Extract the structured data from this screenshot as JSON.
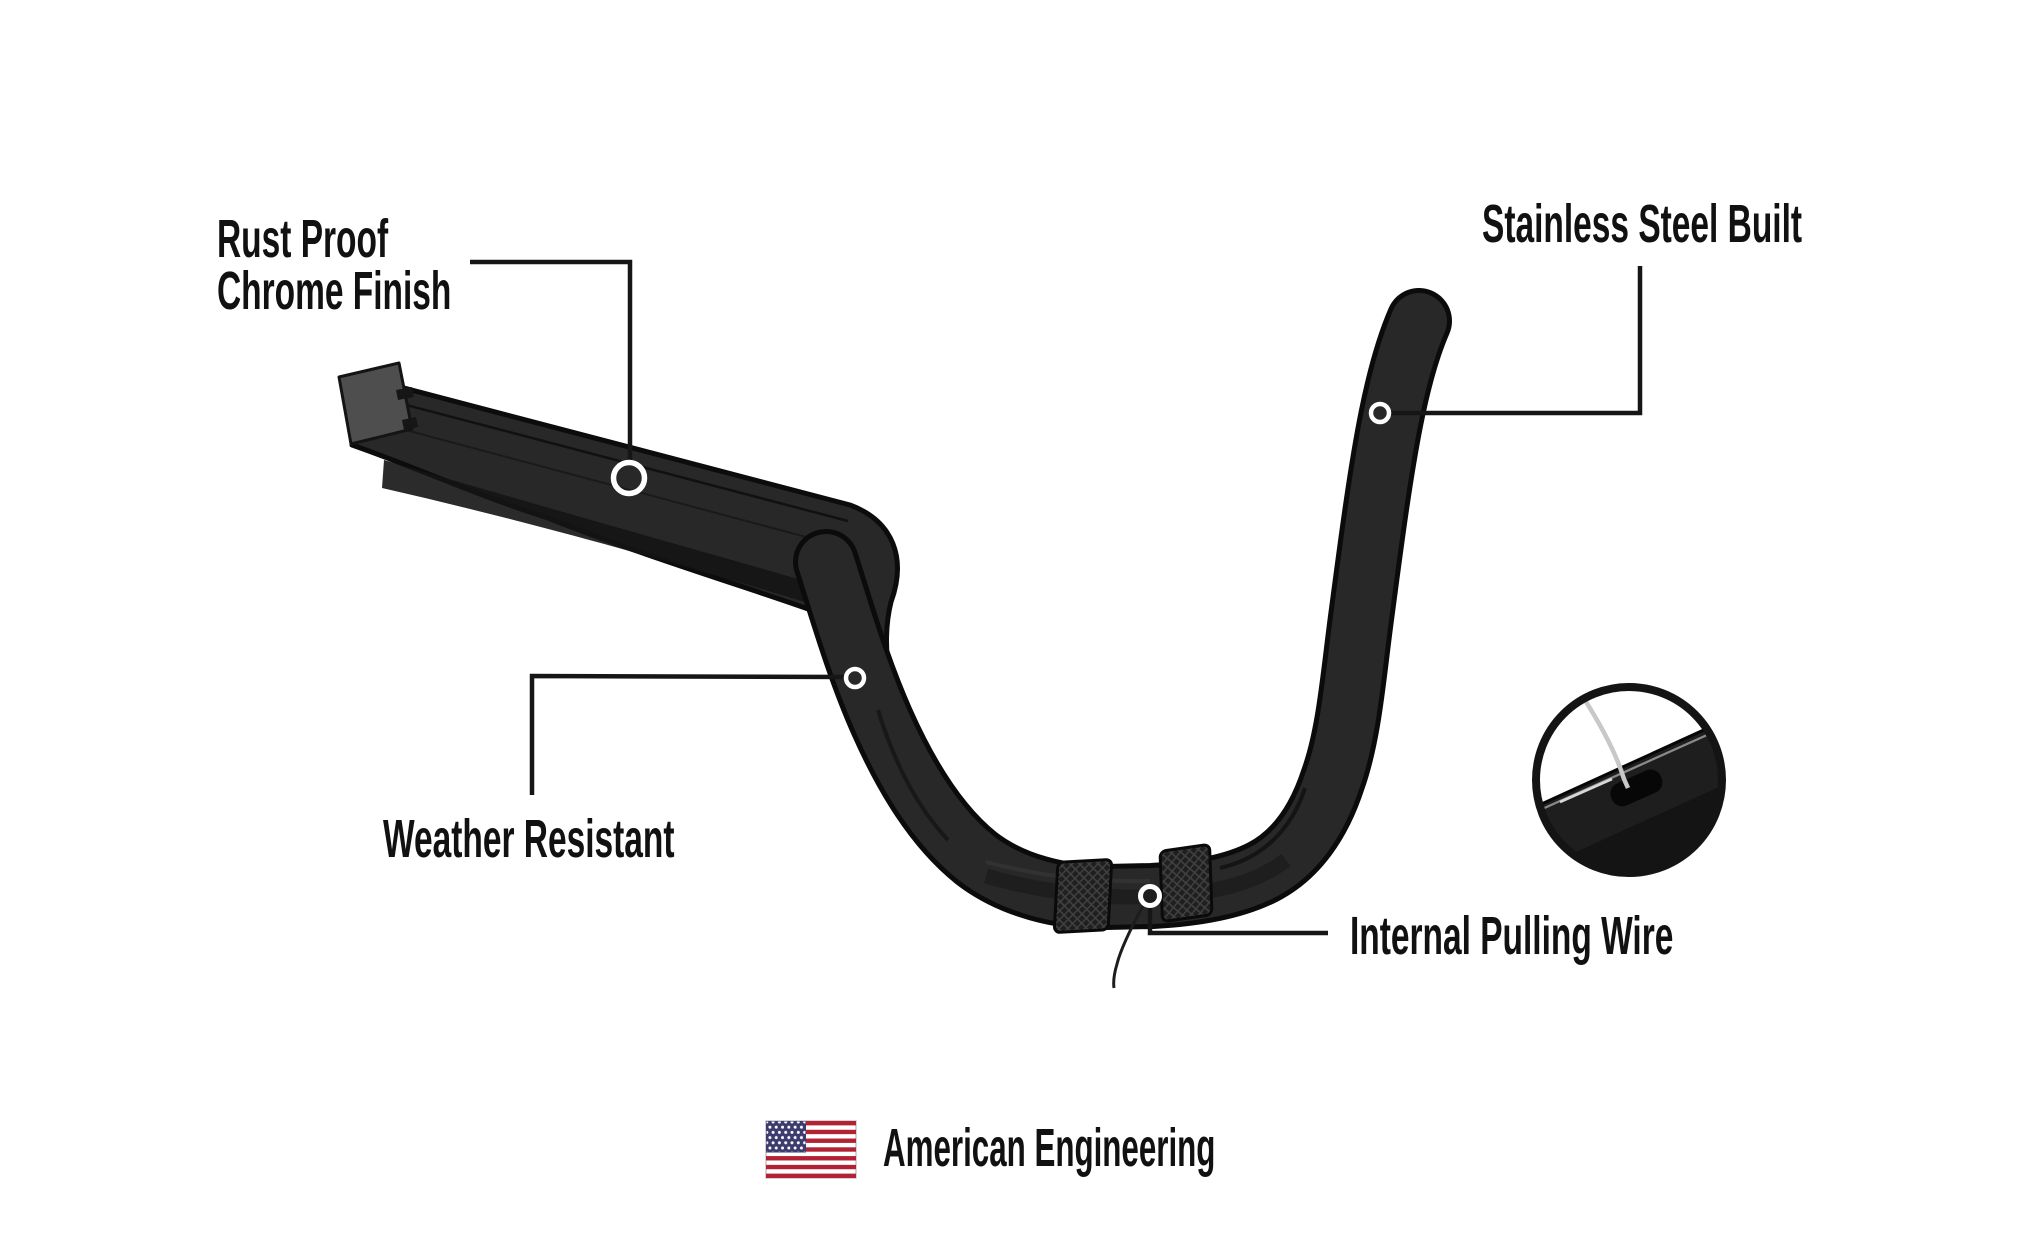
{
  "callouts": {
    "rust_proof": {
      "line1": "Rust Proof",
      "line2": "Chrome Finish"
    },
    "stainless_steel": {
      "label": "Stainless Steel Built"
    },
    "weather_resistant": {
      "label": "Weather Resistant"
    },
    "internal_pulling_wire": {
      "label": "Internal Pulling Wire"
    }
  },
  "footer": {
    "label": "American Engineering"
  },
  "icons": {
    "flag": "us-flag-icon",
    "inset": "magnifier-zoom-inset"
  },
  "colors": {
    "background": "#ffffff",
    "text": "#111111",
    "leader_line": "#161616",
    "marker_ring": "#ffffff",
    "bar_body": "#282828",
    "bar_outline": "#0b0b0b",
    "bar_groove": "#141414",
    "end_cap": "#4e4e4e",
    "knurl_line": "#414141",
    "wire_highlight": "#c8c8c8",
    "flag_red": "#b22234",
    "flag_blue": "#3c3b6e"
  }
}
